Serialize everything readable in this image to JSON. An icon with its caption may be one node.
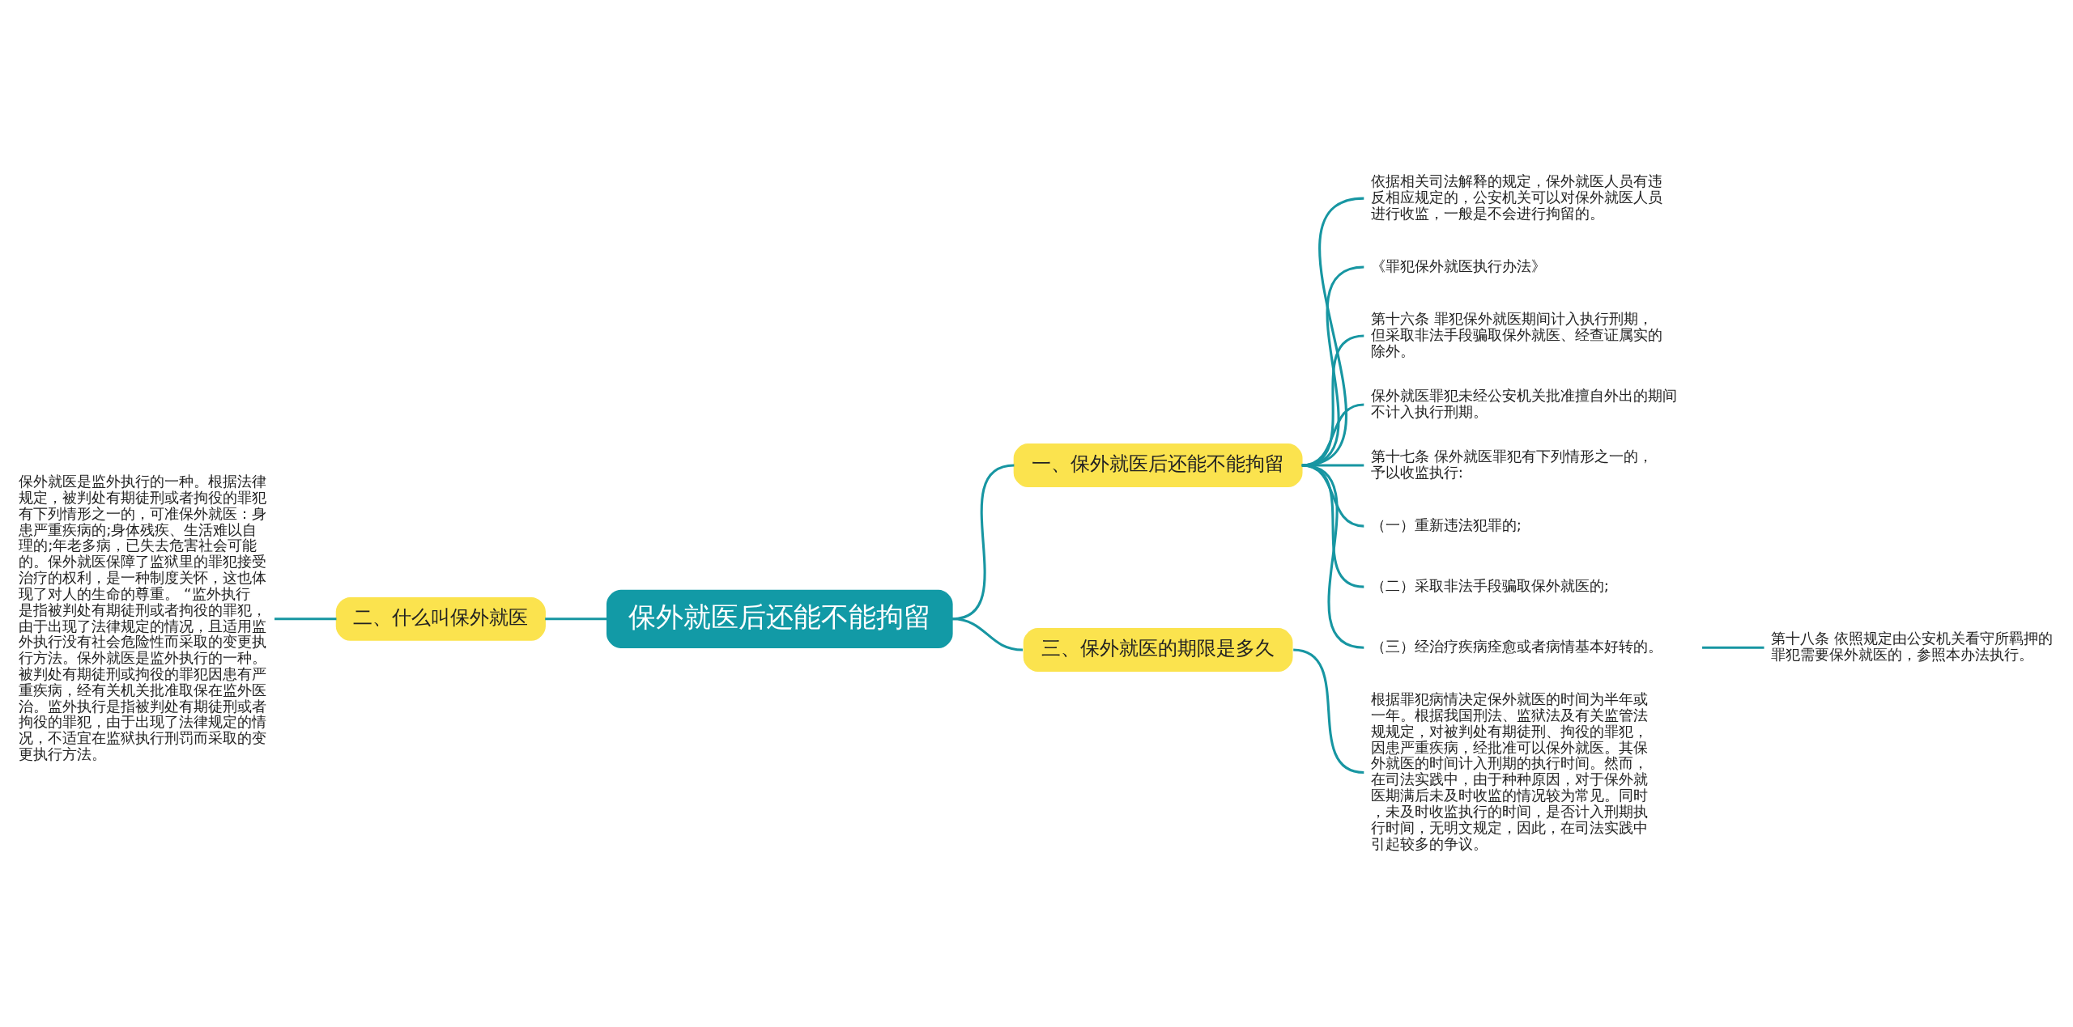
{
  "diagram": {
    "nodes": [
      {
        "text": [
          "保外就医后还能不能拘留"
        ]
      },
      {
        "text": [
          "一、保外就医后还能不能拘留"
        ]
      },
      {
        "text": [
          "依据相关司法解释的规定，保外就医人员有违反相应规定的，公安机关可以对保外就医人员进行收监，一般是不会进行拘留的。"
        ]
      },
      {
        "text": [
          "《罪犯保外就医执行办法》"
        ]
      },
      {
        "text": [
          "第十六条 罪犯保外就医期间计入执行刑期，但采取非法手段骗取保外就医、经查证属实的除外。"
        ]
      },
      {
        "text": [
          "保外就医罪犯未经公安机关批准擅自外出的期间不计入执行刑期。"
        ]
      },
      {
        "text": [
          "第十七条 保外就医罪犯有下列情形之一的，予以收监执行:"
        ]
      },
      {
        "text": [
          "（一）重新违法犯罪的;"
        ]
      },
      {
        "text": [
          "（二）采取非法手段骗取保外就医的;"
        ]
      },
      {
        "text": [
          "（三）经治疗疾病痊愈或者病情基本好转的。"
        ]
      },
      {
        "text": [
          "第十八条 依照规定由公安机关看守所羁押的罪犯需要保外就医的，参照本办法执行。"
        ]
      },
      {
        "text": [
          "二、什么叫保外就医"
        ]
      },
      {
        "text": [
          "保外就医是监外执行的一种。根据法律规定，被判处有期徒刑或者拘役的罪犯有下列情形之一的，可准保外就医：身患严重疾病的;身体残疾、生活难以自理的;年老多病，已失去危害社会可能的。保外就医保障了监狱里的罪犯接受治疗的权利，是一种制度关怀，这也体现了对人的生命的尊重。 “监外执行是指被判处有期徒刑或者拘役的罪犯，由于出现了法律规定的情况，且适用监外执行没有社会危险性而采取的变更执行方法。保外就医是监外执行的一种。被判处有期徒刑或拘役的罪犯因患有严重疾病，经有关机关批准取保在监外医治。监外执行是指被判处有期徒刑或者拘役的罪犯，由于出现了法律规定的情况，不适宜在监狱执行刑罚而采取的变更执行方法。"
        ]
      },
      {
        "text": [
          "三、保外就医的期限是多久"
        ]
      },
      {
        "text": [
          "根据罪犯病情决定保外就医的时间为半年或一年。根据我国刑法、监狱法及有关监管法规规定，对被判处有期徒刑、拘役的罪犯，因患严重疾病，经批准可以保外就医。其保外就医的时间计入刑期的执行时间。然而，在司法实践中，由于种种原因，对于保外就医期满后未及时收监的情况较为常见。同时，未及时收监执行的时间，是否计入刑期执行时间，无明文规定，因此，在司法实践中引起较多的争议。"
        ]
      }
    ],
    "edges": [
      {
        "from": 0,
        "to": 1,
        "arrow": "none"
      },
      {
        "from": 1,
        "to": 2,
        "arrow": "none"
      },
      {
        "from": 1,
        "to": 3,
        "arrow": "none"
      },
      {
        "from": 1,
        "to": 4,
        "arrow": "none"
      },
      {
        "from": 1,
        "to": 5,
        "arrow": "none"
      },
      {
        "from": 1,
        "to": 6,
        "arrow": "none"
      },
      {
        "from": 1,
        "to": 7,
        "arrow": "none"
      },
      {
        "from": 1,
        "to": 8,
        "arrow": "none"
      },
      {
        "from": 1,
        "to": 9,
        "arrow": "none"
      },
      {
        "from": 9,
        "to": 10,
        "arrow": "none"
      },
      {
        "from": 0,
        "to": 11,
        "arrow": "none"
      },
      {
        "from": 11,
        "to": 12,
        "arrow": "none"
      },
      {
        "from": 0,
        "to": 13,
        "arrow": "none"
      },
      {
        "from": 13,
        "to": 14,
        "arrow": "none"
      }
    ]
  }
}
